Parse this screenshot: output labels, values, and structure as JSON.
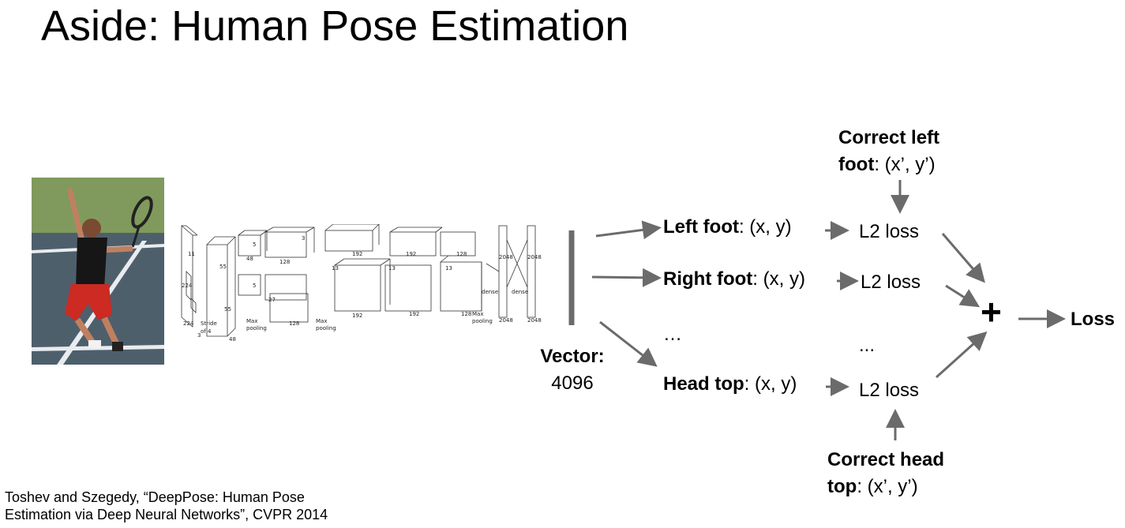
{
  "slide": {
    "title": "Aside: Human Pose Estimation",
    "citation_line1": "Toshev and Szegedy, “DeepPose: Human Pose",
    "citation_line2": "Estimation via Deep Neural Networks”, CVPR 2014"
  },
  "vector": {
    "label": "Vector:",
    "size": "4096"
  },
  "outputs": [
    {
      "name": "Left foot",
      "coords": ": (x, y)",
      "loss": "L2 loss"
    },
    {
      "name": "Right foot",
      "coords": ": (x, y)",
      "loss": "L2 loss"
    },
    {
      "name": "…",
      "loss": "..."
    },
    {
      "name": "Head top",
      "coords": ": (x, y)",
      "loss": "L2 loss"
    }
  ],
  "targets": {
    "left_foot_name_1": "Correct left",
    "left_foot_name_2": "foot",
    "left_foot_coords": ": (x’, y’)",
    "head_top_name_1": "Correct head",
    "head_top_name_2": "top",
    "head_top_coords": ": (x’, y’)"
  },
  "sum": {
    "symbol": "+",
    "label": "Loss"
  },
  "cnn_figure": {
    "labels": {
      "in_size": "224",
      "in_size_b": "224",
      "in_ch": "3",
      "stride": "Stride",
      "stride_of": "of 4",
      "k11": "11",
      "conv1_a": "55",
      "conv1_b": "55",
      "k5": "5",
      "pool": "Max",
      "pooling": "pooling",
      "c48": "48",
      "c128": "128",
      "c192": "192",
      "c13": "13",
      "k3": "3",
      "k27": "27",
      "dense": "dense",
      "c2048": "2048"
    }
  },
  "colors": {
    "arrow": "#6b6b6b",
    "bar": "#6b6b6b"
  }
}
